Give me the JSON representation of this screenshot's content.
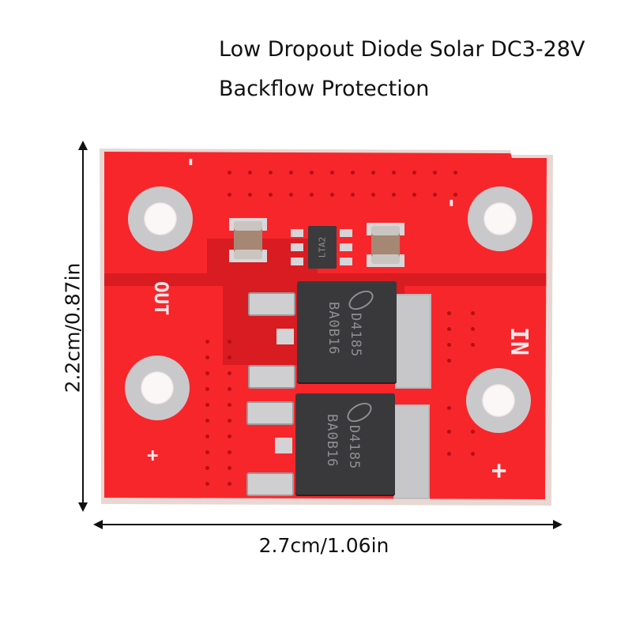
{
  "title": {
    "line1": "Low Dropout Diode Solar DC3-28V",
    "line2": "Backflow Protection"
  },
  "dimensions": {
    "height_label": "2.2cm/0.87in",
    "width_label": "2.7cm/1.06in"
  },
  "board": {
    "color": "#f7262b",
    "silkscreen": {
      "out_label": "OUT",
      "in_label": "IN",
      "out_minus": "-",
      "out_plus": "+",
      "in_minus": "-",
      "in_plus": "+"
    },
    "ic_marking": "LTA2",
    "mosfets": [
      {
        "line1": "D4185",
        "line2": "BA0B16"
      },
      {
        "line1": "D4185",
        "line2": "BA0B16"
      }
    ]
  }
}
